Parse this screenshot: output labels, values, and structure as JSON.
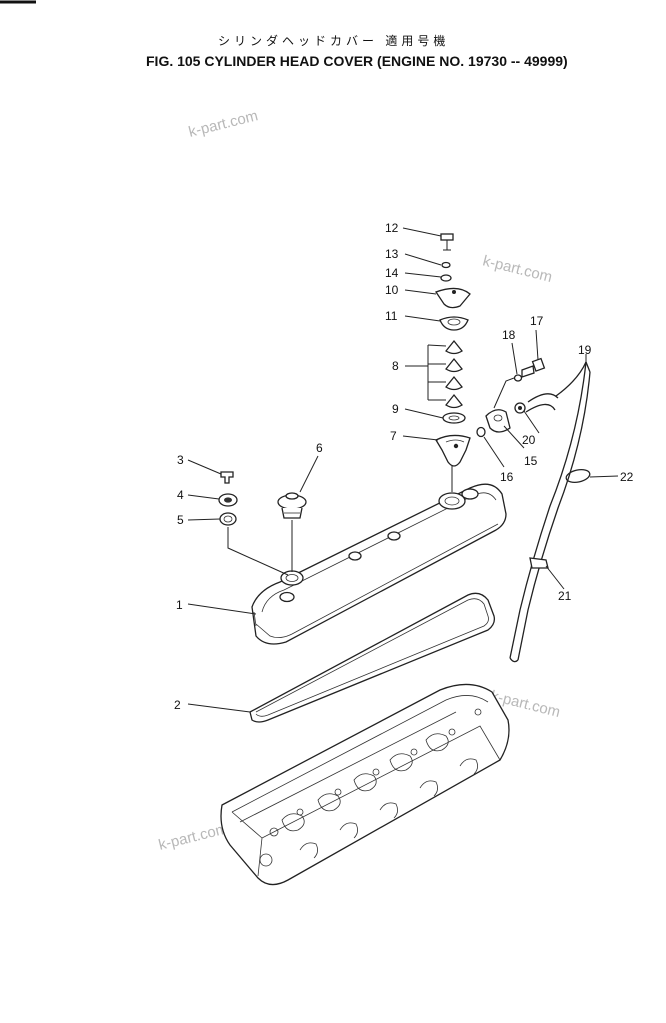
{
  "title": {
    "japanese": "シリンダヘッドカバー 適用号機",
    "english": "FIG. 105  CYLINDER HEAD COVER (ENGINE NO. 19730 -- 49999)"
  },
  "watermark": "k-part.com",
  "parts": [
    {
      "no": "1"
    },
    {
      "no": "2"
    },
    {
      "no": "3"
    },
    {
      "no": "4"
    },
    {
      "no": "5"
    },
    {
      "no": "6"
    },
    {
      "no": "7"
    },
    {
      "no": "8"
    },
    {
      "no": "9"
    },
    {
      "no": "10"
    },
    {
      "no": "11"
    },
    {
      "no": "12"
    },
    {
      "no": "13"
    },
    {
      "no": "14"
    },
    {
      "no": "15"
    },
    {
      "no": "16"
    },
    {
      "no": "17"
    },
    {
      "no": "18"
    },
    {
      "no": "19"
    },
    {
      "no": "20"
    },
    {
      "no": "21"
    },
    {
      "no": "22"
    }
  ]
}
